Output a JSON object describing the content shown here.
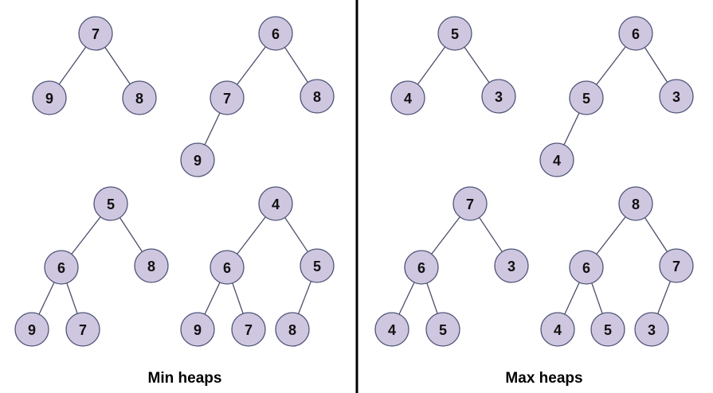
{
  "panels": [
    {
      "caption": "Min heaps",
      "trees": [
        {
          "values": [
            7,
            9,
            8
          ],
          "edges": [
            [
              0,
              1
            ],
            [
              0,
              2
            ]
          ]
        },
        {
          "values": [
            6,
            7,
            8,
            9
          ],
          "edges": [
            [
              0,
              1
            ],
            [
              0,
              2
            ],
            [
              1,
              3
            ]
          ]
        },
        {
          "values": [
            5,
            6,
            8,
            9,
            7
          ],
          "edges": [
            [
              0,
              1
            ],
            [
              0,
              2
            ],
            [
              1,
              3
            ],
            [
              1,
              4
            ]
          ]
        },
        {
          "values": [
            4,
            6,
            5,
            9,
            7,
            8
          ],
          "edges": [
            [
              0,
              1
            ],
            [
              0,
              2
            ],
            [
              1,
              3
            ],
            [
              1,
              4
            ],
            [
              2,
              5
            ]
          ]
        }
      ]
    },
    {
      "caption": "Max heaps",
      "trees": [
        {
          "values": [
            5,
            4,
            3
          ],
          "edges": [
            [
              0,
              1
            ],
            [
              0,
              2
            ]
          ]
        },
        {
          "values": [
            6,
            5,
            3,
            4
          ],
          "edges": [
            [
              0,
              1
            ],
            [
              0,
              2
            ],
            [
              1,
              3
            ]
          ]
        },
        {
          "values": [
            7,
            6,
            3,
            4,
            5
          ],
          "edges": [
            [
              0,
              1
            ],
            [
              0,
              2
            ],
            [
              1,
              3
            ],
            [
              1,
              4
            ]
          ]
        },
        {
          "values": [
            8,
            6,
            7,
            4,
            5,
            3
          ],
          "edges": [
            [
              0,
              1
            ],
            [
              0,
              2
            ],
            [
              1,
              3
            ],
            [
              1,
              4
            ],
            [
              2,
              5
            ]
          ]
        }
      ]
    }
  ],
  "colors": {
    "node_fill": "#cfc7e0",
    "node_stroke": "#4f5577",
    "edge": "#4a4f6b",
    "divider": "#000000"
  }
}
